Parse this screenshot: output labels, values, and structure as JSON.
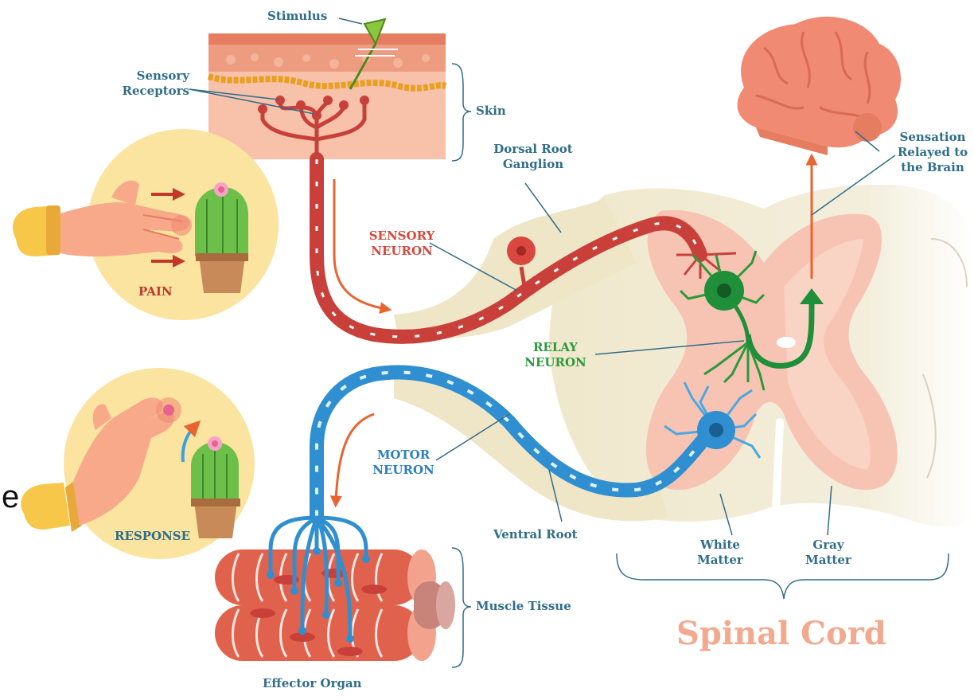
{
  "labels": {
    "stimulus": "Stimulus",
    "sensory_receptors_1": "Sensory",
    "sensory_receptors_2": "Receptors",
    "skin": "Skin",
    "pain": "PAIN",
    "response": "RESPONSE",
    "dorsal_root_1": "Dorsal Root",
    "dorsal_root_2": "Ganglion",
    "sensory_neuron_1": "SENSORY",
    "sensory_neuron_2": "NEURON",
    "relay_neuron_1": "RELAY",
    "relay_neuron_2": "NEURON",
    "motor_neuron_1": "MOTOR",
    "motor_neuron_2": "NEURON",
    "ventral_root": "Ventral Root",
    "white_matter_1": "White",
    "white_matter_2": "Matter",
    "gray_matter_1": "Gray",
    "gray_matter_2": "Matter",
    "sensation_1": "Sensation",
    "sensation_2": "Relayed to",
    "sensation_3": "the Brain",
    "muscle_tissue": "Muscle Tissue",
    "effector_organ": "Effector Organ",
    "spinal_cord": "Spinal Cord",
    "stray_char": "e"
  },
  "colors": {
    "sensory": "#c9403a",
    "relay": "#1f8f3a",
    "motor": "#2f8fd0",
    "skin": "#f6b8a0",
    "gray_matter": "#f7c4b4",
    "white_matter": "#f3eedc",
    "brain": "#f08a73",
    "muscle": "#e1624c",
    "arrow": "#e8632f",
    "circle_bg": "#fbe3a0",
    "leader": "#2f6d8a"
  }
}
